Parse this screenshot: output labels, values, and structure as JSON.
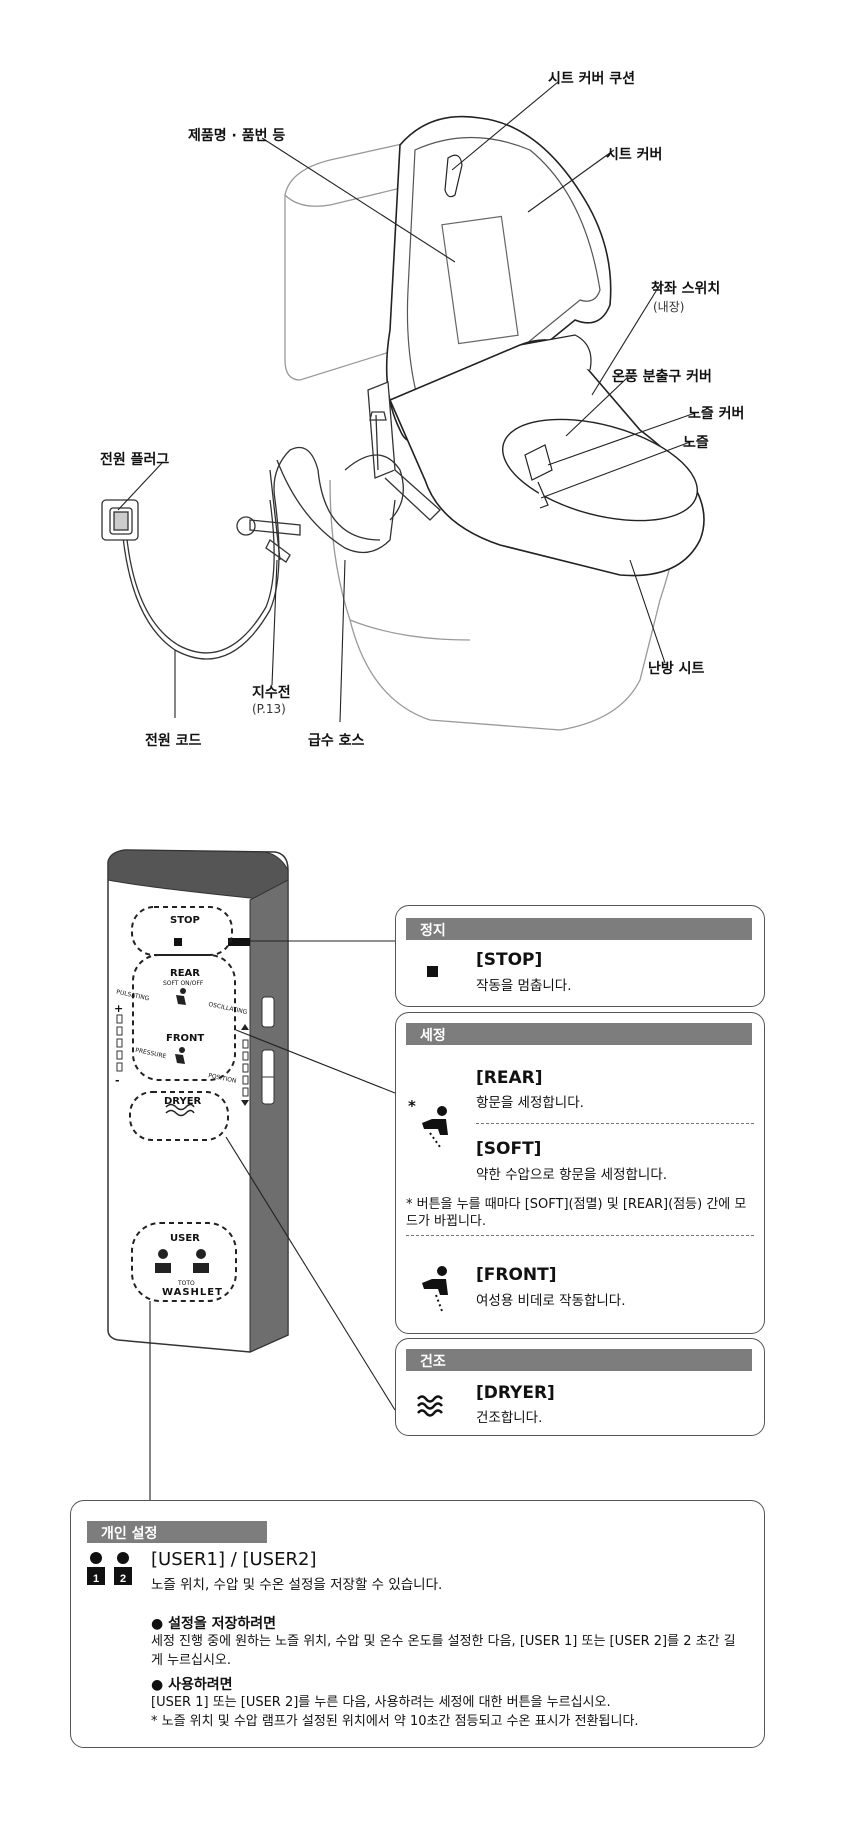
{
  "diagram": {
    "labels": {
      "seat_cover_cushion": "시트 커버 쿠션",
      "product_name": "제품명 · 품번 등",
      "seat_cover": "시트 커버",
      "seat_switch": "착좌 스위치",
      "seat_switch_note": "(내장)",
      "warm_air_cover": "온풍 분출구 커버",
      "nozzle_cover": "노즐 커버",
      "nozzle": "노즐",
      "power_plug": "전원 플러그",
      "heated_seat": "난방 시트",
      "shutoff_valve": "지수전",
      "shutoff_valve_page": "(P.13)",
      "power_cord": "전원 코드",
      "supply_hose": "급수 호스"
    }
  },
  "remote": {
    "stop": "STOP",
    "rear": "REAR",
    "soft": "SOFT ON/OFF",
    "pulsating": "PULSATING",
    "oscillating": "OSCILLATING",
    "front": "FRONT",
    "pressure": "PRESSURE",
    "position": "POSITION",
    "dryer": "DRYER",
    "user": "USER",
    "brand_small": "TOTO",
    "brand": "WASHLET",
    "plus": "+",
    "minus": "-"
  },
  "panels": {
    "stop": {
      "header": "정지",
      "title": "[STOP]",
      "desc": "작동을 멈춥니다."
    },
    "wash": {
      "header": "세정",
      "rear_title": "[REAR]",
      "rear_desc": "항문을 세정합니다.",
      "asterisk": "*",
      "soft_title": "[SOFT]",
      "soft_desc": "약한 수압으로 항문을 세정합니다.",
      "note": "* 버튼을 누를 때마다 [SOFT](점멸) 및 [REAR](점등) 간에 모드가 바뀝니다.",
      "front_title": "[FRONT]",
      "front_desc": "여성용 비데로 작동합니다."
    },
    "dry": {
      "header": "건조",
      "title": "[DRYER]",
      "desc": "건조합니다."
    },
    "user": {
      "header": "개인 설정",
      "title": "[USER1] / [USER2]",
      "desc": "노즐 위치, 수압 및 수온 설정을 저장할 수 있습니다.",
      "save_heading": "● 설정을 저장하려면",
      "save_body": "세정 진행 중에 원하는 노즐 위치, 수압 및 온수 온도를 설정한 다음, [USER 1] 또는 [USER 2]를 2 초간 길게 누르십시오.",
      "use_heading": "● 사용하려면",
      "use_body": "[USER 1] 또는 [USER 2]를 누른 다음, 사용하려는 세정에 대한 버튼을 누르십시오.",
      "use_note": "* 노즐 위치 및 수압 램프가 설정된 위치에서 약 10초간 점등되고 수온 표시가 전환됩니다."
    }
  }
}
